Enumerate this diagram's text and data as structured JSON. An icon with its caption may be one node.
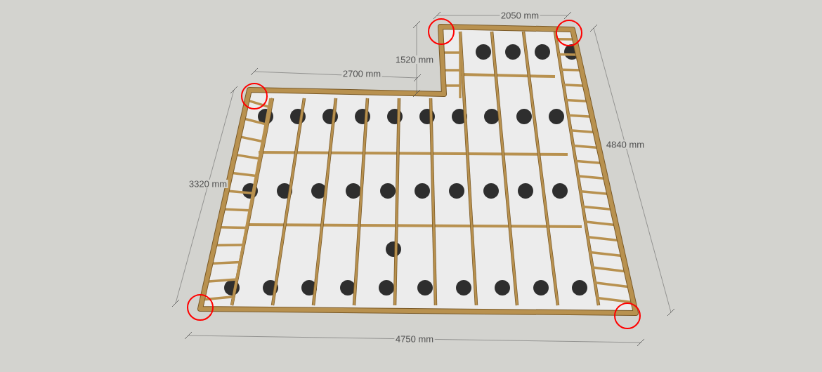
{
  "diagram": {
    "labels": [
      "2050 mm",
      "1520 mm",
      "2700 mm",
      "4840 mm",
      "3320 mm",
      "4750 mm"
    ]
  }
}
